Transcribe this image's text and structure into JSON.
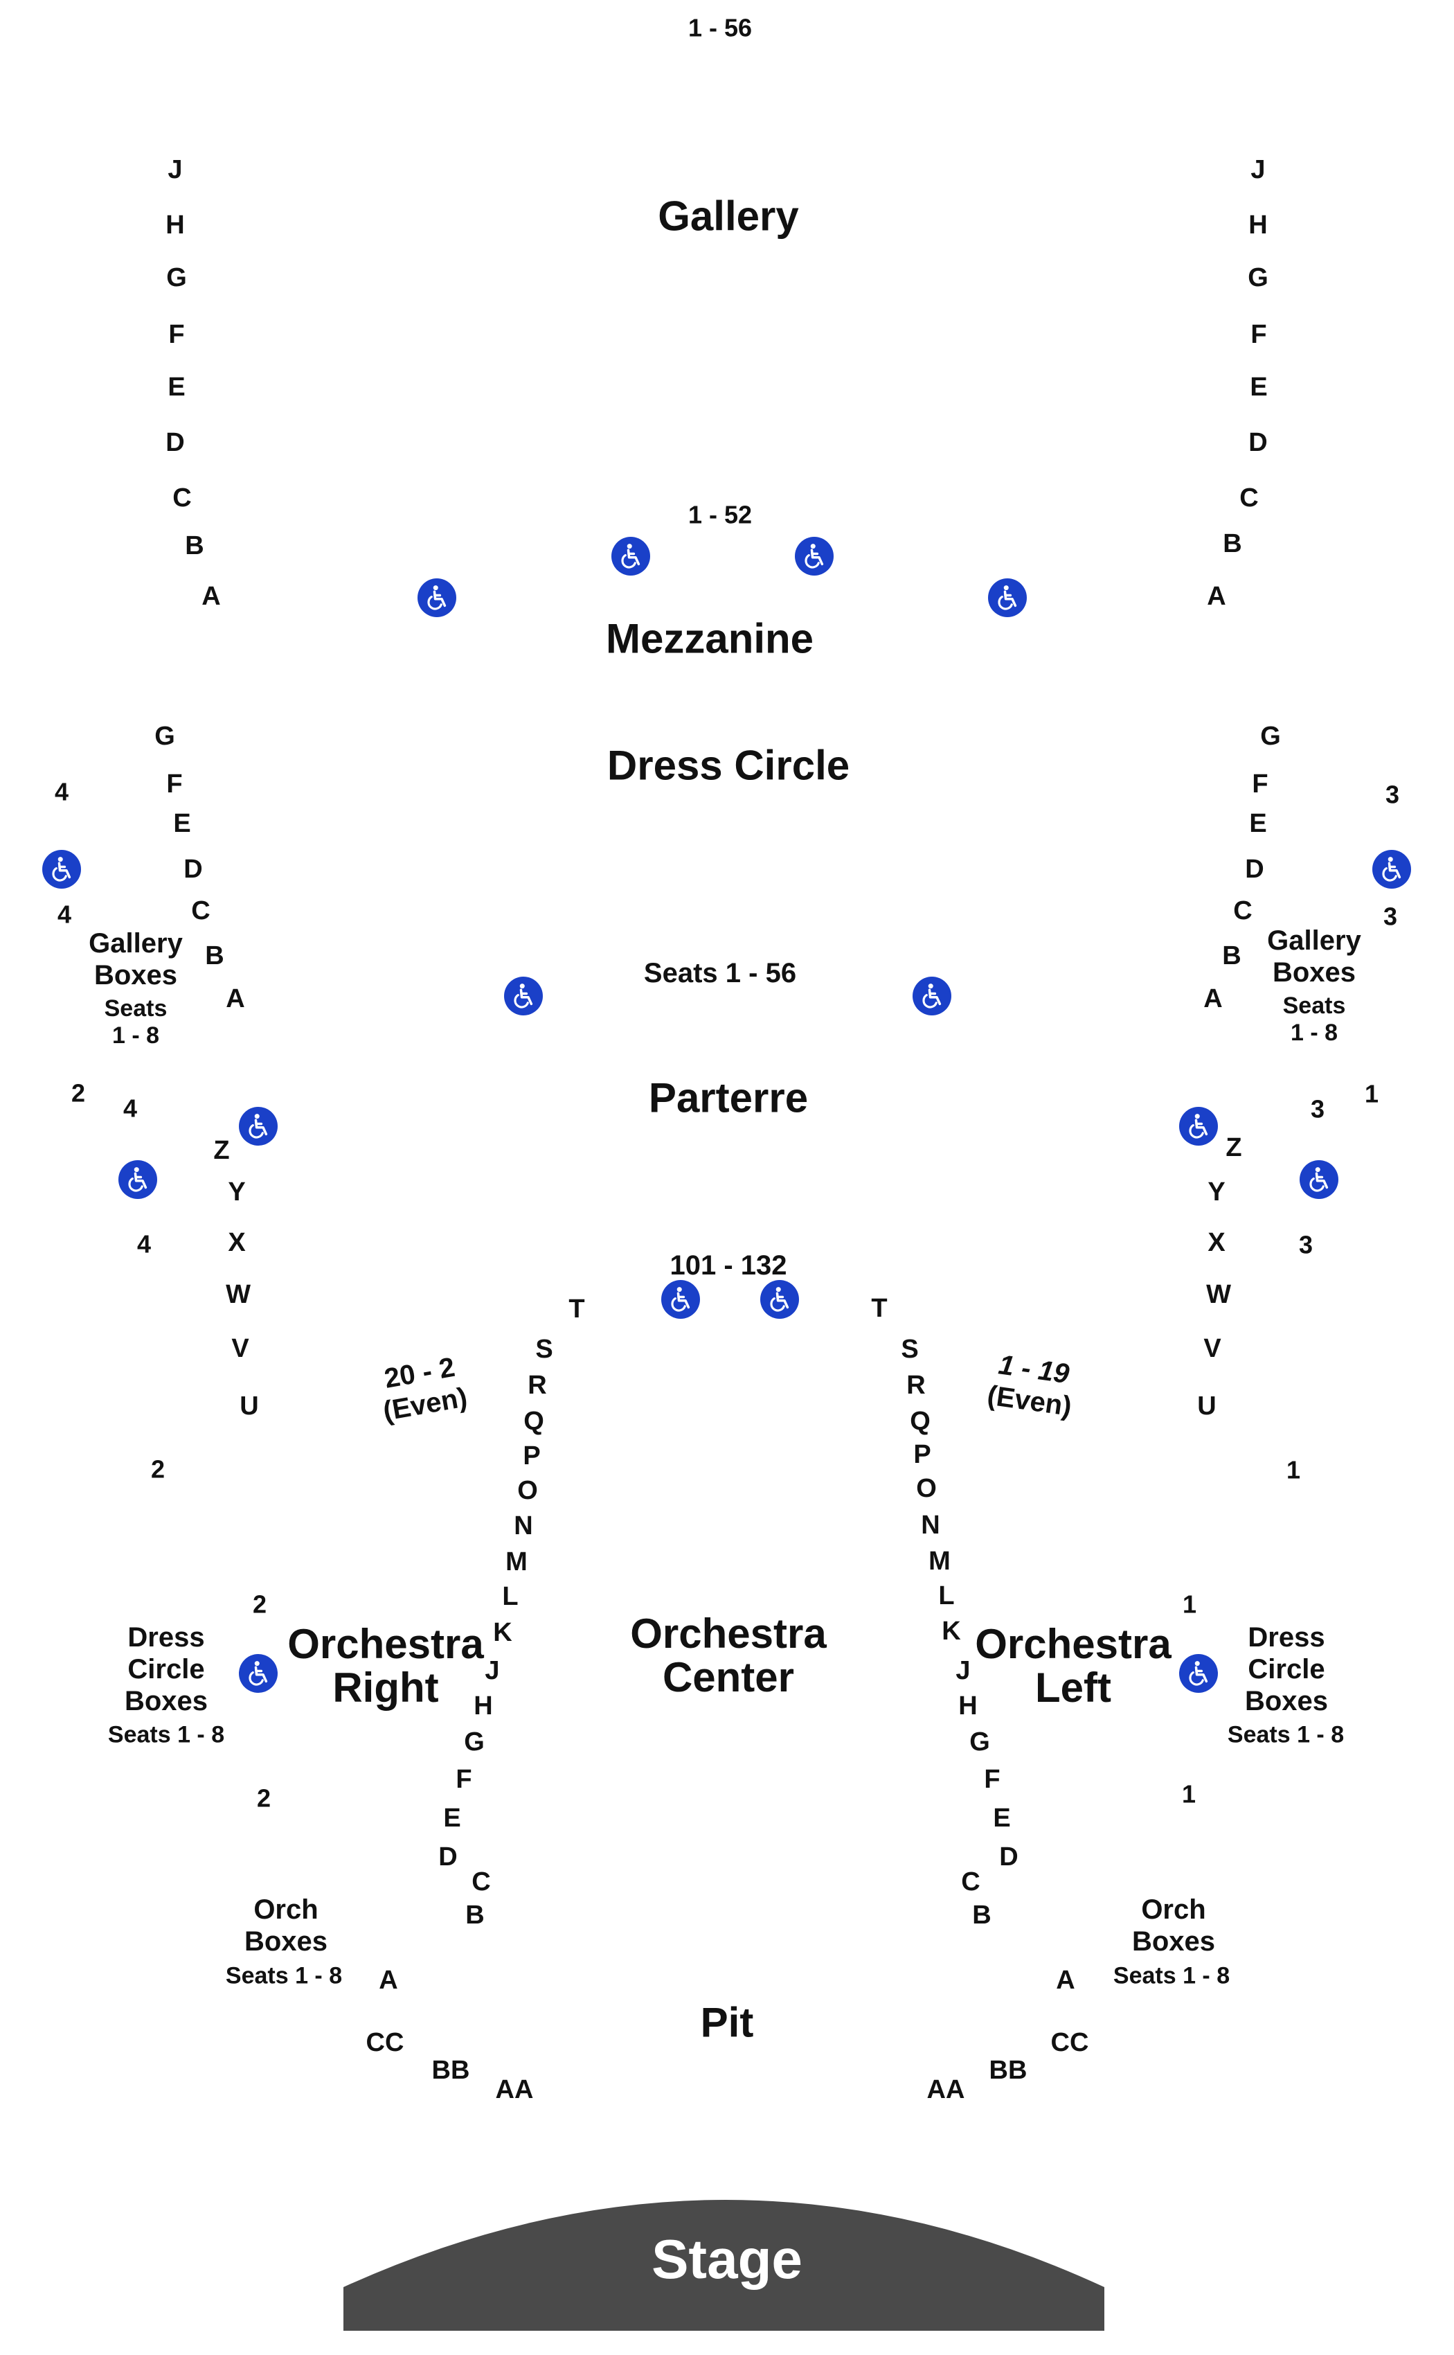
{
  "sections": {
    "gallery": "Gallery",
    "mezzanine": "Mezzanine",
    "dress_circle": "Dress Circle",
    "parterre": "Parterre",
    "orchestra_center_line1": "Orchestra",
    "orchestra_center_line2": "Center",
    "orchestra_right_line1": "Orchestra",
    "orchestra_right_line2": "Right",
    "orchestra_left_line1": "Orchestra",
    "orchestra_left_line2": "Left",
    "pit": "Pit",
    "stage": "Stage"
  },
  "seat_ranges": {
    "gallery_top": "1 - 56",
    "mezzanine": "1 - 52",
    "dress_circle": "Seats 1 - 56",
    "orchestra_center": "101 - 132",
    "orchestra_right": [
      "20 - 2",
      "(Even)"
    ],
    "orchestra_left": [
      "1 - 19",
      "(Even)"
    ]
  },
  "boxes": {
    "gallery_boxes": [
      "Gallery",
      "Boxes"
    ],
    "gallery_boxes_seats": [
      "Seats",
      "1 - 8"
    ],
    "dress_circle_boxes": [
      "Dress",
      "Circle",
      "Boxes"
    ],
    "dress_circle_boxes_seats": "Seats 1 - 8",
    "orch_boxes": [
      "Orch",
      "Boxes"
    ],
    "orch_boxes_seats": "Seats 1 - 8"
  },
  "box_numbers": {
    "left": [
      "4",
      "4",
      "2",
      "4",
      "4",
      "2",
      "2",
      "2"
    ],
    "right": [
      "3",
      "3",
      "1",
      "3",
      "3",
      "1",
      "1",
      "1"
    ]
  },
  "rows": {
    "gallery": [
      "J",
      "H",
      "G",
      "F",
      "E",
      "D",
      "C",
      "B",
      "A"
    ],
    "dress_circle": [
      "G",
      "F",
      "E",
      "D",
      "C",
      "B",
      "A"
    ],
    "parterre": [
      "Z",
      "Y",
      "X",
      "W",
      "V",
      "U"
    ],
    "orchestra_right": [
      "T",
      "S",
      "R",
      "Q",
      "P",
      "O",
      "N",
      "M",
      "L",
      "K",
      "J",
      "H",
      "G",
      "F",
      "E",
      "D",
      "C",
      "B",
      "A",
      "CC",
      "BB",
      "AA"
    ],
    "orchestra_left": [
      "T",
      "S",
      "R",
      "Q",
      "P",
      "O",
      "N",
      "M",
      "L",
      "K",
      "J",
      "H",
      "G",
      "F",
      "E",
      "D",
      "C",
      "B",
      "A",
      "CC",
      "BB",
      "AA"
    ]
  },
  "icons": {
    "accessibility": "wheelchair-icon",
    "accessible_color": "#1a40c8",
    "stage_color": "#4a4a4a"
  }
}
